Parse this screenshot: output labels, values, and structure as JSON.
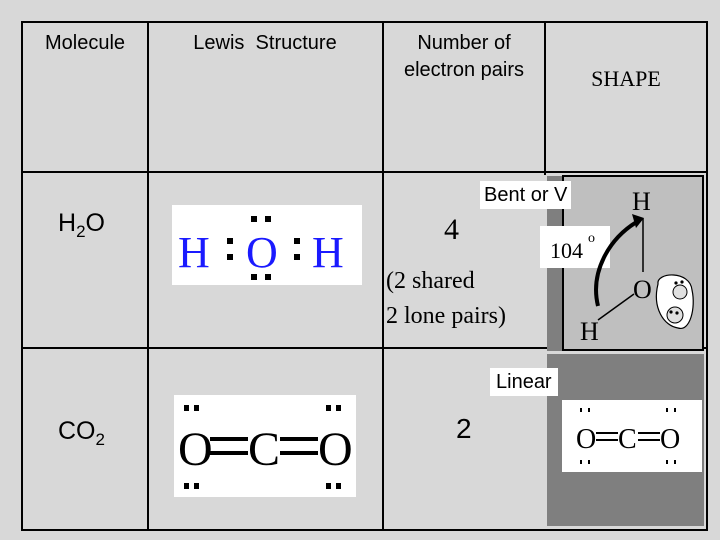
{
  "colors": {
    "table_background": "#d8d8d8",
    "grid_line": "#000000",
    "shape_panel": "#7f7f7f",
    "lewis_blue": "#1a1aff"
  },
  "headers": {
    "molecule": "Molecule",
    "lewis": "Lewis  Structure",
    "pairs_line1": "Number of",
    "pairs_line2": "electron pairs",
    "shape": "SHAPE"
  },
  "rows": [
    {
      "formula_base": "H",
      "formula_sub": "2",
      "formula_tail": "O",
      "lewis": {
        "left_atom": "H",
        "center_atom": "O",
        "right_atom": "H"
      },
      "pairs": "4",
      "pairs_note_line1": "(2 shared",
      "pairs_note_line2": "2 lone pairs)",
      "shape_label": "Bent or V",
      "shape_image": {
        "top_atom": "H",
        "angle": "104",
        "degree_mark": "o",
        "center_atom": "O",
        "bottom_atom": "H"
      }
    },
    {
      "formula_base": "CO",
      "formula_sub": "2",
      "lewis": {
        "left_atom": "O",
        "center_atom": "C",
        "right_atom": "O"
      },
      "pairs": "2",
      "shape_label": "Linear",
      "shape_image": {
        "left_atom": "O",
        "center_atom": "C",
        "right_atom": "O"
      }
    }
  ]
}
